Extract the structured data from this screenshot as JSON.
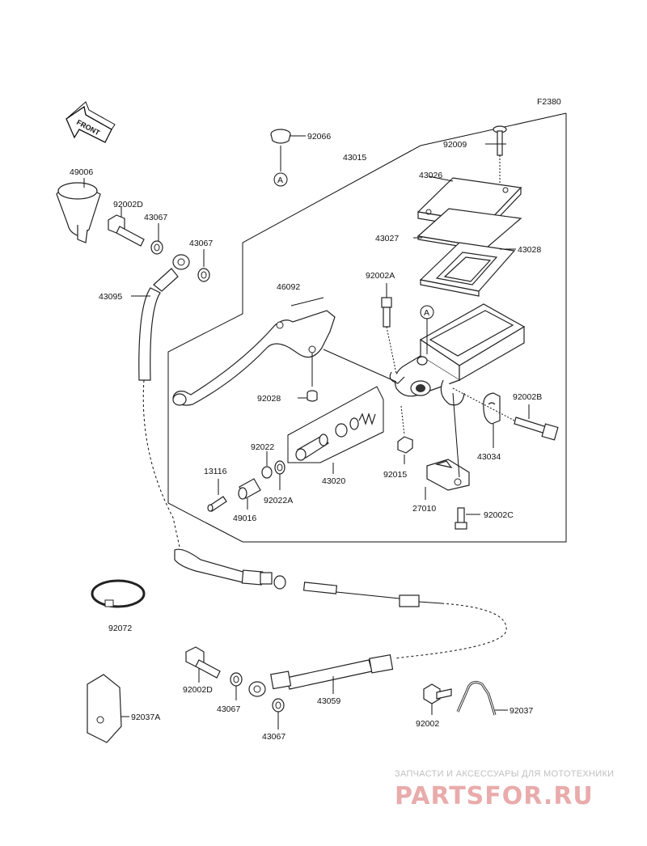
{
  "diagram": {
    "figure_code": "F2380",
    "front_label": "FRONT",
    "ref_marker": "A",
    "part_labels": {
      "p92066": "92066",
      "p43015": "43015",
      "p92009": "92009",
      "p43026": "43026",
      "p43027": "43027",
      "p43028": "43028",
      "p49006": "49006",
      "p92002d_top": "92002D",
      "p43067_a": "43067",
      "p43067_b": "43067",
      "p43095": "43095",
      "p46092": "46092",
      "p92002a_top": "92002A",
      "p92028": "92028",
      "p92002b": "92002B",
      "p43034": "43034",
      "p92022": "92022",
      "p13116": "13116",
      "p92022a": "92022A",
      "p49016": "49016",
      "p43020": "43020",
      "p92015": "92015",
      "p27010": "27010",
      "p92002c": "92002C",
      "p92072": "92072",
      "p92002d_bottom": "92002D",
      "p43067_c": "43067",
      "p43067_d": "43067",
      "p43059": "43059",
      "p92002": "92002",
      "p92037": "92037",
      "p92037a": "92037A"
    }
  },
  "watermark": {
    "caption": "ЗАПЧАСТИ И АКСЕССУАРЫ ДЛЯ МОТОТЕХНИКИ",
    "logo": "PARTSFOR.RU",
    "color": "#e7a3a3"
  }
}
